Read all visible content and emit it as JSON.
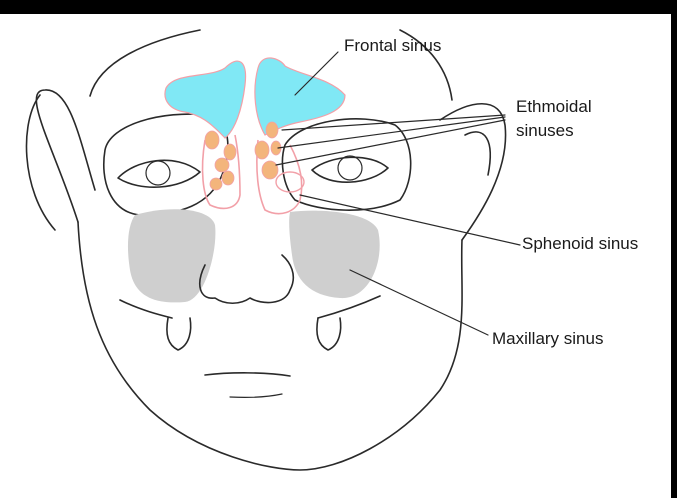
{
  "labels": {
    "frontal": "Frontal sinus",
    "ethmoidal_line1": "Ethmoidal",
    "ethmoidal_line2": "sinuses",
    "sphenoid": "Sphenoid sinus",
    "maxillary": "Maxillary sinus"
  },
  "colors": {
    "frontal": "#80e8f5",
    "ethmoidal": "#f3b57c",
    "maxillary": "#cfcfcf",
    "sphenoid_outline": "#f2a0a8",
    "line": "#2a2a2a",
    "frame": "#000000"
  }
}
